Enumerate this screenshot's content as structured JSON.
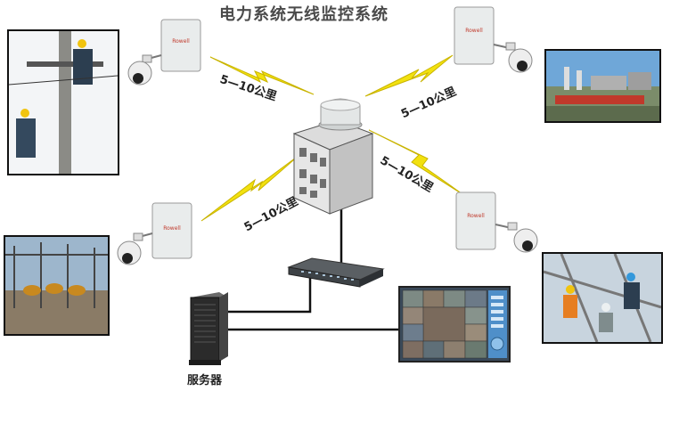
{
  "title": "电力系统无线监控系统",
  "links": [
    {
      "label": "5—10公里"
    },
    {
      "label": "5—10公里"
    },
    {
      "label": "5—10公里"
    },
    {
      "label": "5—10公里"
    }
  ],
  "server": {
    "label": "服务器"
  },
  "antenna_brand": "Rowell",
  "colors": {
    "lightning": "#f2e10f",
    "line": "#111111",
    "panel": "#e9ecec"
  }
}
